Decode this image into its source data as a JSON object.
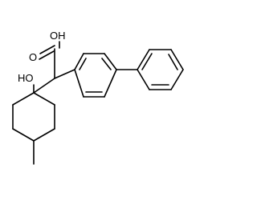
{
  "molecule": {
    "labels": {
      "acid_hydroxyl": "OH",
      "carbonyl_oxygen": "O",
      "ring_hydroxyl": "HO"
    }
  },
  "colors": {
    "bond": "#000000",
    "background": "#ffffff"
  }
}
